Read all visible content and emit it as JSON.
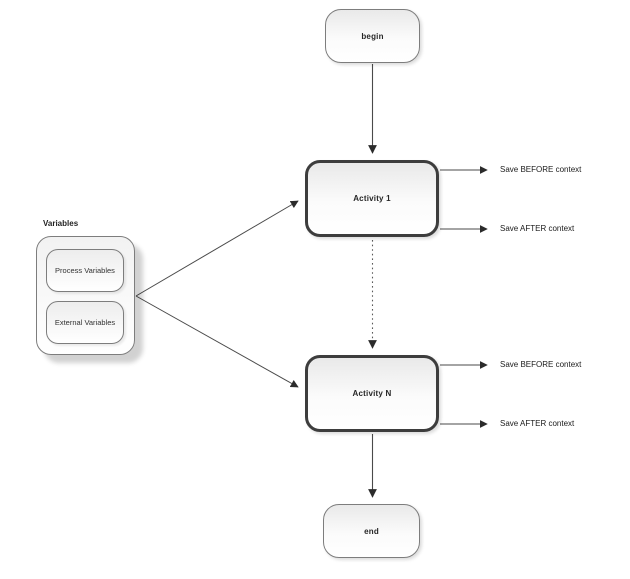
{
  "diagram": {
    "nodes": {
      "begin": {
        "label": "begin"
      },
      "activity_1": {
        "label": "Activity 1"
      },
      "activity_n": {
        "label": "Activity N"
      },
      "end": {
        "label": "end"
      }
    },
    "variables_group": {
      "title": "Variables",
      "items": [
        {
          "label": "Process Variables"
        },
        {
          "label": "External Variables"
        }
      ]
    },
    "annotations": {
      "activity_1_before": "Save BEFORE context",
      "activity_1_after": "Save AFTER context",
      "activity_n_before": "Save BEFORE context",
      "activity_n_after": "Save AFTER context"
    },
    "colors": {
      "background": "#ffffff",
      "terminal_border": "#7d7d7d",
      "activity_border": "#3d3d3d",
      "connector": "#4a4a4a",
      "node_fill_top": "#e9e9e9",
      "node_fill_bottom": "#ffffff"
    }
  }
}
